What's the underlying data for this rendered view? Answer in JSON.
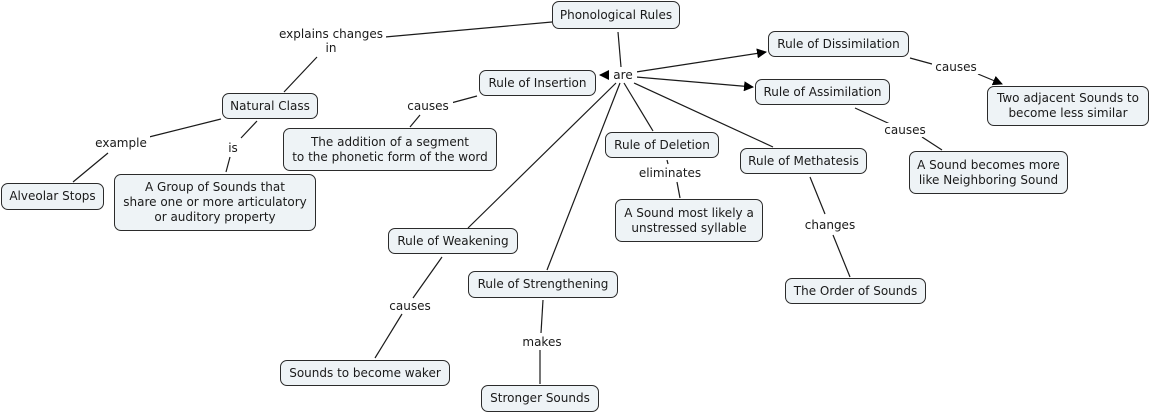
{
  "concept_map": {
    "nodes": {
      "phonological_rules": "Phonological Rules",
      "natural_class": "Natural Class",
      "alveolar_stops": "Alveolar Stops",
      "group_of_sounds": "A Group of Sounds that\nshare one or more articulatory\nor auditory property",
      "rule_insertion": "Rule of Insertion",
      "addition_segment": "The addition of a segment\nto the phonetic form of the word",
      "rule_dissimilation": "Rule of Dissimilation",
      "two_adjacent": "Two adjacent Sounds to\nbecome less similar",
      "rule_assimilation": "Rule of Assimilation",
      "sound_more_like": "A Sound becomes more\nlike Neighboring Sound",
      "rule_deletion": "Rule of Deletion",
      "sound_unstressed": "A Sound most likely a\nunstressed syllable",
      "rule_methatesis": "Rule of Methatesis",
      "order_of_sounds": "The Order of Sounds",
      "rule_weakening": "Rule of Weakening",
      "sounds_waker": "Sounds to become waker",
      "rule_strengthening": "Rule of Strengthening",
      "stronger_sounds": "Stronger Sounds"
    },
    "links": {
      "explains_changes_in": "explains changes\nin",
      "are": "are",
      "example": "example",
      "is": "is",
      "causes_insertion": "causes",
      "causes_dissimilation": "causes",
      "causes_assimilation": "causes",
      "eliminates": "eliminates",
      "changes": "changes",
      "causes_weakening": "causes",
      "makes": "makes"
    }
  }
}
